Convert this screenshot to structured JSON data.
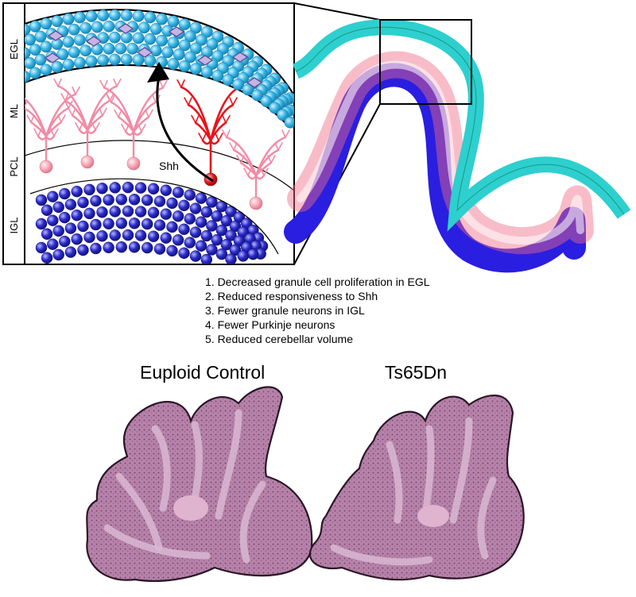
{
  "layers": {
    "egl": "EGL",
    "ml": "ML",
    "pcl": "PCL",
    "igl": "IGL"
  },
  "signal_label": "Shh",
  "findings": [
    "1. Decreased granule cell proliferation in EGL",
    "2. Reduced responsiveness to Shh",
    "3. Fewer granule neurons in IGL",
    "4. Fewer Purkinje neurons",
    "5. Reduced cerebellar volume"
  ],
  "panels": {
    "euploid_title": "Euploid Control",
    "ts_title": "Ts65Dn"
  },
  "colors": {
    "egl_cells": "#3bb8e6",
    "igl_cells": "#2a2acc",
    "purkinje_normal": "#f28aa6",
    "purkinje_highlight": "#e8141b",
    "band_egl": "#2ecfcf",
    "band_igl": "#2a1ee0",
    "band_ml": "#f06a86",
    "tissue_light": "#c99ab9",
    "tissue_dark": "#7a4d77"
  }
}
